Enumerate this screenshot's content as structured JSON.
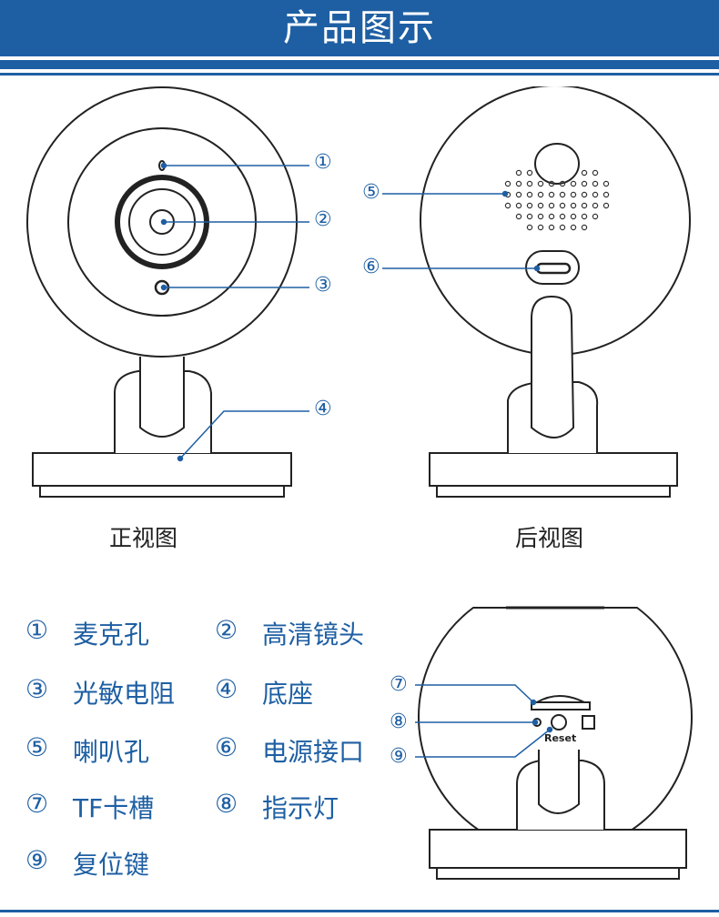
{
  "title": "产品图示",
  "views": {
    "front": "正视图",
    "back": "后视图"
  },
  "callouts": [
    "①",
    "②",
    "③",
    "④",
    "⑤",
    "⑥",
    "⑦",
    "⑧",
    "⑨"
  ],
  "reset_label": "Reset",
  "legend": [
    {
      "num": "①",
      "label": "麦克孔"
    },
    {
      "num": "②",
      "label": "高清镜头"
    },
    {
      "num": "③",
      "label": "光敏电阻"
    },
    {
      "num": "④",
      "label": "底座"
    },
    {
      "num": "⑤",
      "label": "喇叭孔"
    },
    {
      "num": "⑥",
      "label": "电源接口"
    },
    {
      "num": "⑦",
      "label": "TF卡槽"
    },
    {
      "num": "⑧",
      "label": "指示灯"
    },
    {
      "num": "⑨",
      "label": "复位键"
    }
  ],
  "colors": {
    "accent": "#1e5fa3",
    "line": "#222222"
  }
}
